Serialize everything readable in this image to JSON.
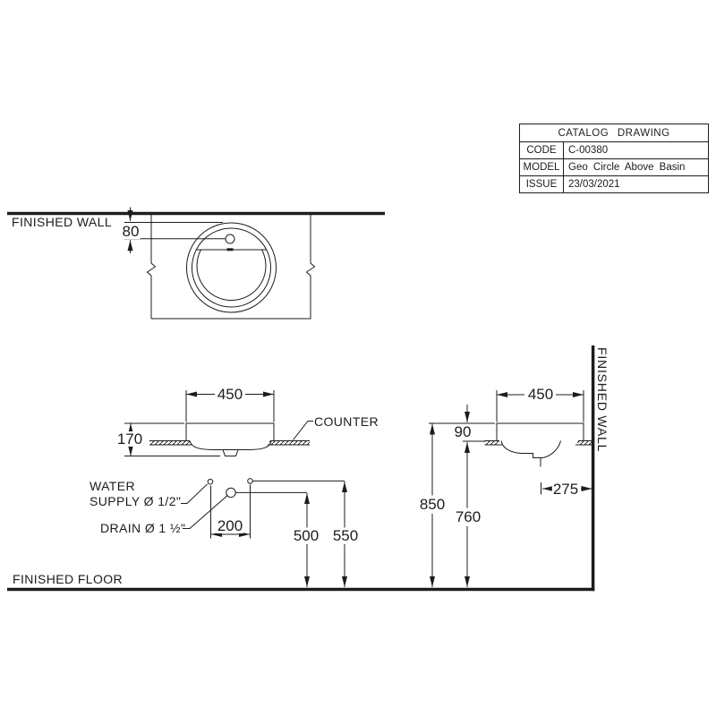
{
  "title_block": {
    "title": "CATALOG  DRAWING",
    "rows": [
      {
        "label": "CODE",
        "value": "C-00380"
      },
      {
        "label": "MODEL",
        "value": "Geo Circle Above Basin"
      },
      {
        "label": "ISSUE",
        "value": "23/03/2021"
      }
    ]
  },
  "plan_view": {
    "wall_label": "FINISHED WALL",
    "faucet_offset": "80"
  },
  "front_view": {
    "width": "450",
    "height": "170",
    "counter_label": "COUNTER",
    "water_line1": "WATER",
    "water_line2": "SUPPLY Ø 1/2\"",
    "drain_line": "DRAIN Ø 1 ½\"",
    "supply_spacing": "200",
    "drain_height": "500",
    "supply_height": "550"
  },
  "side_view": {
    "width": "450",
    "rim_above_counter": "90",
    "rim_height": "850",
    "counter_height": "760",
    "drain_to_wall": "275",
    "wall_label": "FINISHED WALL"
  },
  "floor_label": "FINISHED FLOOR",
  "colors": {
    "ink": "#1c1c1c",
    "background": "#ffffff"
  }
}
